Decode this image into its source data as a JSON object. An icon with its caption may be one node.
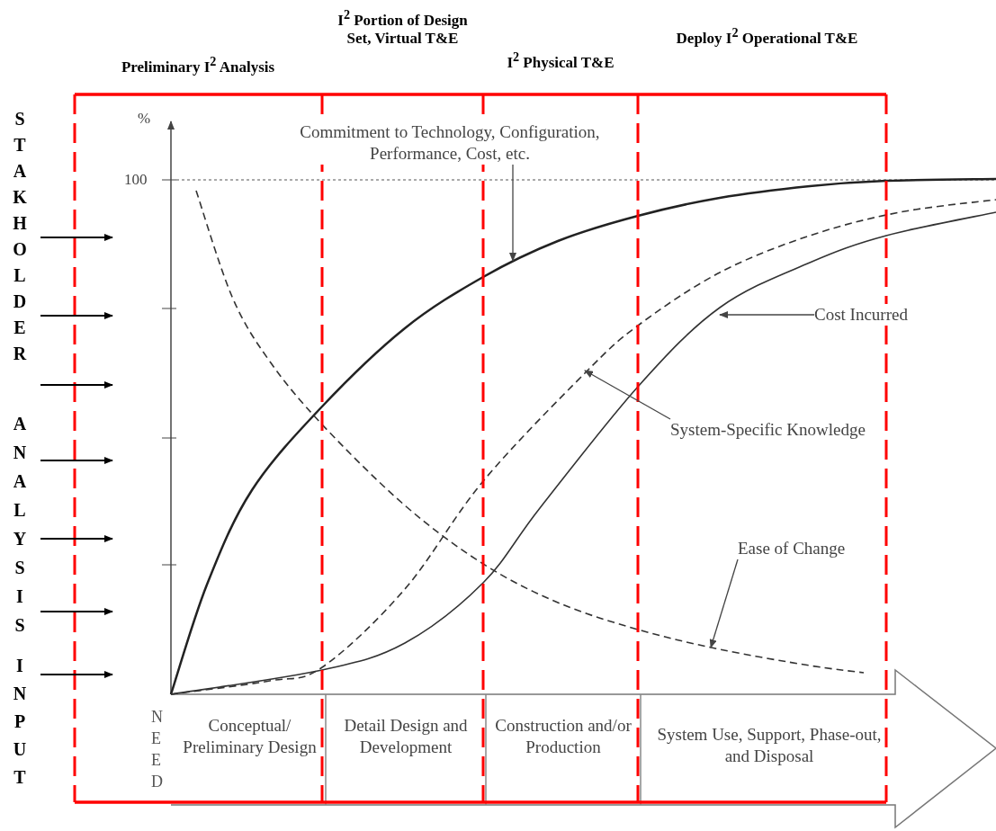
{
  "diagram": {
    "nodes": [
      {
        "text": [
          "Preliminary I$^{2}$ Analysis"
        ]
      },
      {
        "text": [
          "I$^{2}$ Portion of Design Set, Virtual T&E"
        ]
      },
      {
        "text": [
          "I$^{2}$ Physical T&E"
        ]
      },
      {
        "text": [
          "Deploy I$^{2}$ Operational T&E"
        ]
      },
      {
        "text": [
          "Conceptual/ Preliminary Design"
        ]
      },
      {
        "text": [
          "Detail Design and Development"
        ]
      },
      {
        "text": [
          "Construction and/or Production"
        ]
      },
      {
        "text": [
          "System Use, Support, Phase-out, and Disposal"
        ]
      },
      {
        "text": [
          "Commitment to Technology, Configuration, Performance, Cost, etc."
        ]
      },
      {
        "text": [
          "Cost Incurred"
        ]
      },
      {
        "text": [
          "System-Specific Knowledge"
        ]
      },
      {
        "text": [
          "Ease of Change"
        ]
      }
    ],
    "edges": [
      {
        "from": 8,
        "to": null,
        "arrow": "to"
      },
      {
        "from": 9,
        "to": null,
        "arrow": "to"
      },
      {
        "from": 10,
        "to": null,
        "arrow": "to"
      },
      {
        "from": 11,
        "to": null,
        "arrow": "to"
      }
    ],
    "labels": [
      "STAKHOLDER",
      "ANALYSIS",
      "INPUT",
      "%",
      "100",
      "NEED"
    ]
  }
}
